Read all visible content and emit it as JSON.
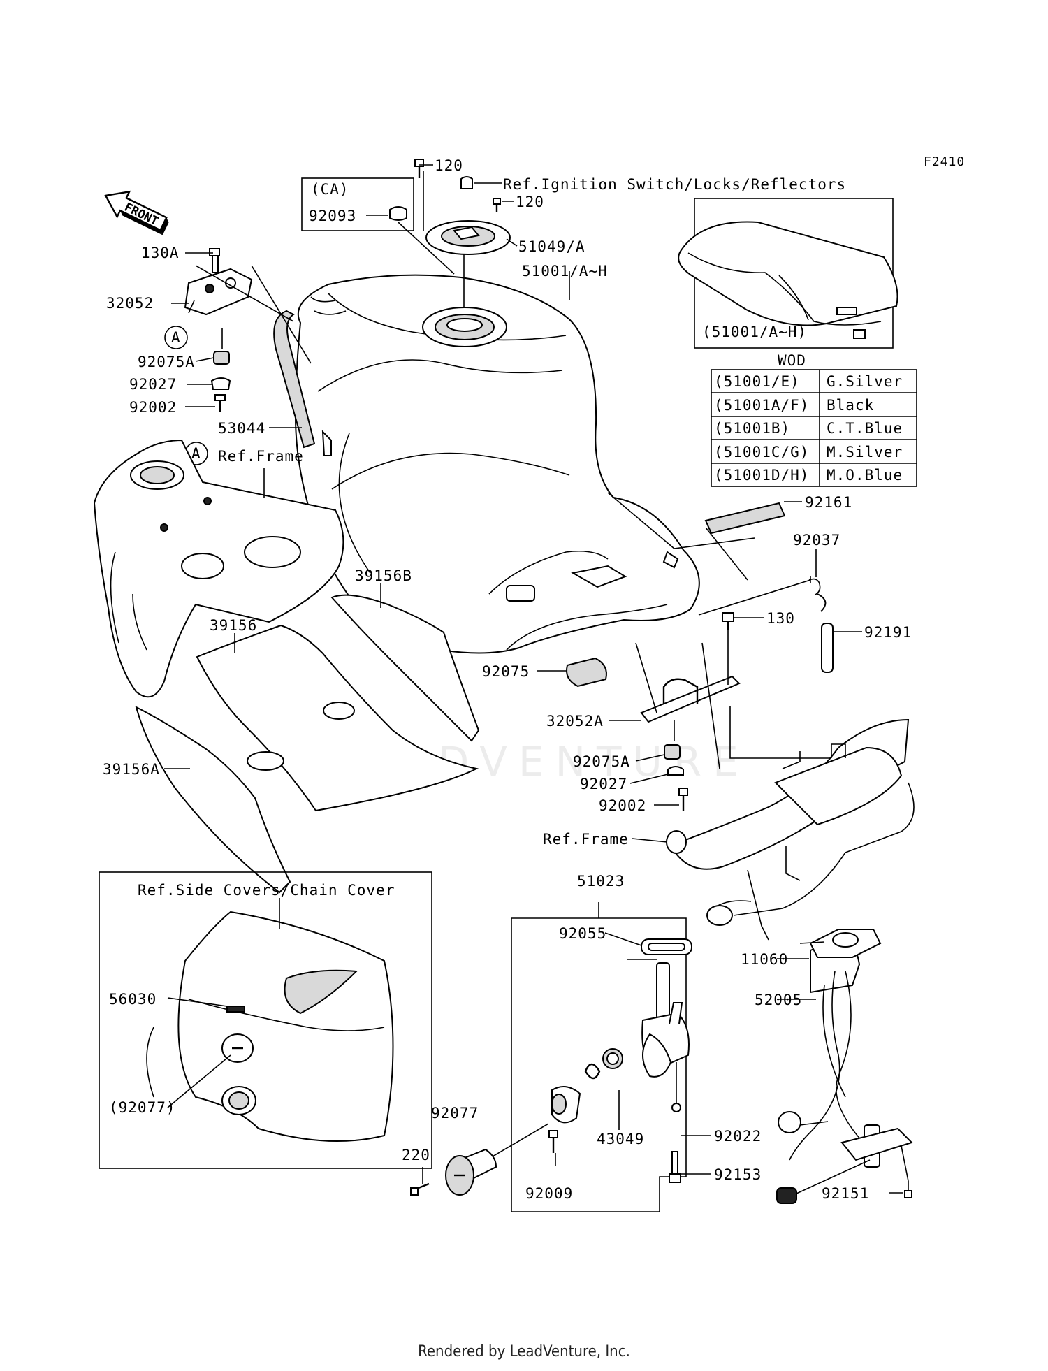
{
  "figure_code": "F2410",
  "watermark": "LEADVENTURE",
  "footer": "Rendered by LeadVenture, Inc.",
  "front_arrow": "FRONT",
  "ca_box": {
    "title": "(CA)",
    "part": "92093"
  },
  "inset_tank": {
    "label": "(51001/A~H)"
  },
  "wod": {
    "title": "WOD",
    "rows": [
      {
        "code": "(51001/E)",
        "color": "G.Silver"
      },
      {
        "code": "(51001A/F)",
        "color": "Black"
      },
      {
        "code": "(51001B)",
        "color": "C.T.Blue"
      },
      {
        "code": "(51001C/G)",
        "color": "M.Silver"
      },
      {
        "code": "(51001D/H)",
        "color": "M.O.Blue"
      }
    ]
  },
  "side_cover_box": {
    "title": "Ref.Side Covers/Chain Cover",
    "p1": "56030",
    "p2": "(92077)"
  },
  "callout_A": "A",
  "labels": {
    "p120a": "120",
    "ref_ignition": "Ref.Ignition Switch/Locks/Reflectors",
    "p120b": "120",
    "p130A": "130A",
    "p51049": "51049/A",
    "p51001": "51001/A~H",
    "p32052": "32052",
    "p92075A_a": "92075A",
    "p92027_a": "92027",
    "p92002_a": "92002",
    "p53044": "53044",
    "ref_frame_a": "Ref.Frame",
    "p92161": "92161",
    "p92037": "92037",
    "p39156B": "39156B",
    "p39156": "39156",
    "p130": "130",
    "p92191": "92191",
    "p92075": "92075",
    "p32052A": "32052A",
    "p92075A_b": "92075A",
    "p92027_b": "92027",
    "p92002_b": "92002",
    "p39156A": "39156A",
    "ref_frame_b": "Ref.Frame",
    "p51023": "51023",
    "p92055": "92055",
    "p11060": "11060",
    "p52005": "52005",
    "p92077": "92077",
    "p43049": "43049",
    "p92022": "92022",
    "p220": "220",
    "p92153": "92153",
    "p92009": "92009",
    "p92151": "92151"
  }
}
